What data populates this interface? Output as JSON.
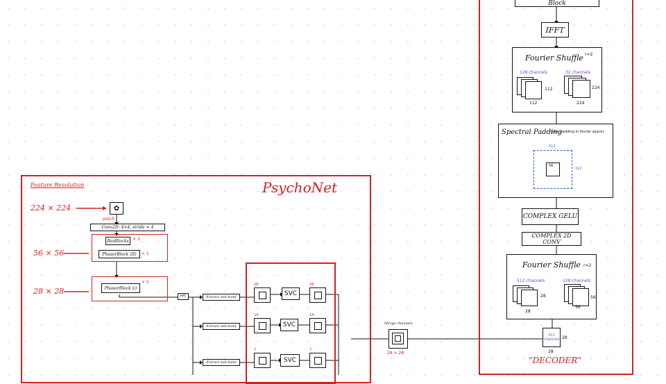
{
  "encoder": {
    "title": "PsychoNet",
    "section_label": "Feature Resolution",
    "size_labels": [
      "224 × 224",
      "56 × 56",
      "28 × 28"
    ],
    "conv_label": "Conv2D: 4×4, stride = 4",
    "conv_note": "patch",
    "resblock_label": "ResBlocks",
    "resblock_mult": "× 3",
    "phasor1_label": "PhasorBlock (II)",
    "phasor1_mult": "× 1",
    "phasor2_label": "PhasorBlock (i)",
    "phasor2_mult": "× 5",
    "fft_label": "FFT",
    "extract_labels": [
      "Extract sub-band",
      "Extract sub-band",
      "Extract sub-band"
    ],
    "svc_labels": [
      "SVC",
      "SVC",
      "SVC"
    ],
    "band_nums": [
      "28",
      "14",
      "7"
    ],
    "merge_label": "Merge channels",
    "merge_size": "28 × 28"
  },
  "decoder": {
    "top_block": "Block",
    "ifft": "IFFT",
    "fshift_top": {
      "title": "Fourier Shuffle",
      "r": "r=2",
      "in_ch": "128 channels",
      "out_ch": "32 channels",
      "in_size": "112",
      "out_size": "224"
    },
    "spectral": {
      "title": "Spectral Padding",
      "note": "(zero-padding in fourier space)",
      "outer": "112",
      "inner": "56"
    },
    "gelu": "COMPLEX GELU",
    "conv": "COMPLEX 2D CONV",
    "fshift_bottom": {
      "title": "Fourier Shuffle",
      "r": "r=2",
      "in_ch": "512 channels",
      "out_ch": "128 channels",
      "in_size": "28",
      "out_size": "56"
    },
    "input_ch": "512 channels",
    "input_size": "28",
    "label": "\"DECODER\""
  },
  "colors": {
    "red": "#d02020",
    "purple": "#7b3fd6",
    "blue": "#2a58d8"
  }
}
